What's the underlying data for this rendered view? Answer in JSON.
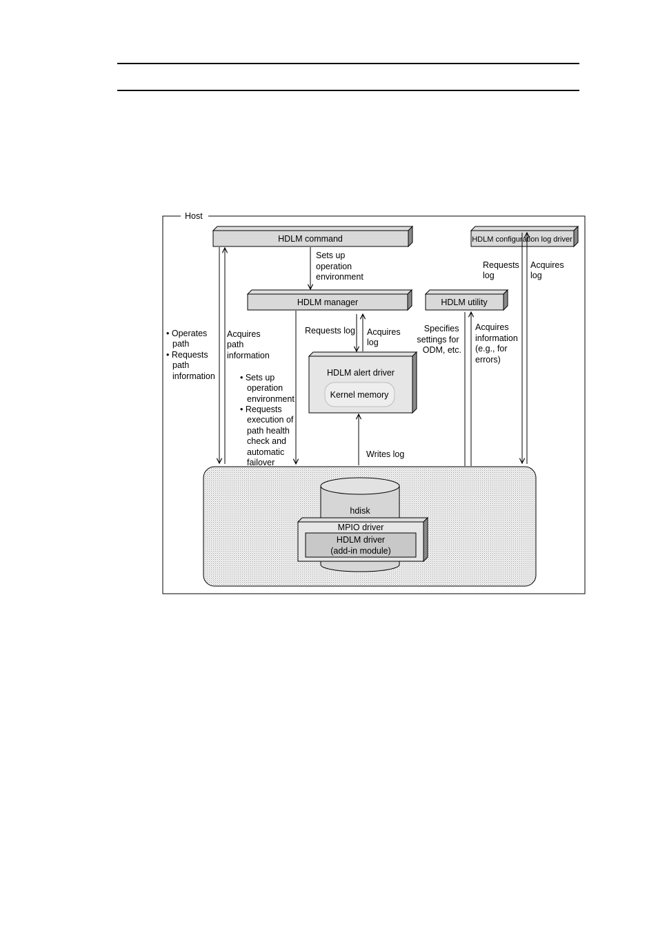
{
  "host_label": "Host",
  "boxes": {
    "hdlm_command": "HDLM command",
    "hdlm_config_log_driver": "HDLM configuration log driver",
    "hdlm_manager": "HDLM manager",
    "hdlm_utility": "HDLM utility",
    "hdlm_alert_driver": "HDLM alert driver",
    "kernel_memory": "Kernel memory",
    "hdisk": "hdisk",
    "mpio_driver": "MPIO driver",
    "hdlm_driver_line1": "HDLM driver",
    "hdlm_driver_line2": "(add-in module)"
  },
  "labels": {
    "sets_up_env_top": [
      "Sets up",
      "operation",
      "environment"
    ],
    "requests_log_config": [
      "Requests",
      "log"
    ],
    "acquires_log_config": [
      "Acquires",
      "log"
    ],
    "operates_path": [
      "• Operates",
      "path",
      "• Requests",
      "path",
      "information"
    ],
    "acquires_path_info": [
      "Acquires",
      "path",
      "information"
    ],
    "requests_log_alert": "Requests log",
    "acquires_log_alert": [
      "Acquires",
      "log"
    ],
    "specifies_settings": [
      "Specifies",
      "settings for",
      "ODM, etc."
    ],
    "acquires_information": [
      "Acquires",
      "information",
      "(e.g., for",
      "errors)"
    ],
    "manager_requests": [
      "• Sets up",
      "operation",
      "environment",
      "• Requests",
      "execution of",
      "path health",
      "check and",
      "automatic",
      "failover"
    ],
    "writes_log": "Writes log"
  }
}
